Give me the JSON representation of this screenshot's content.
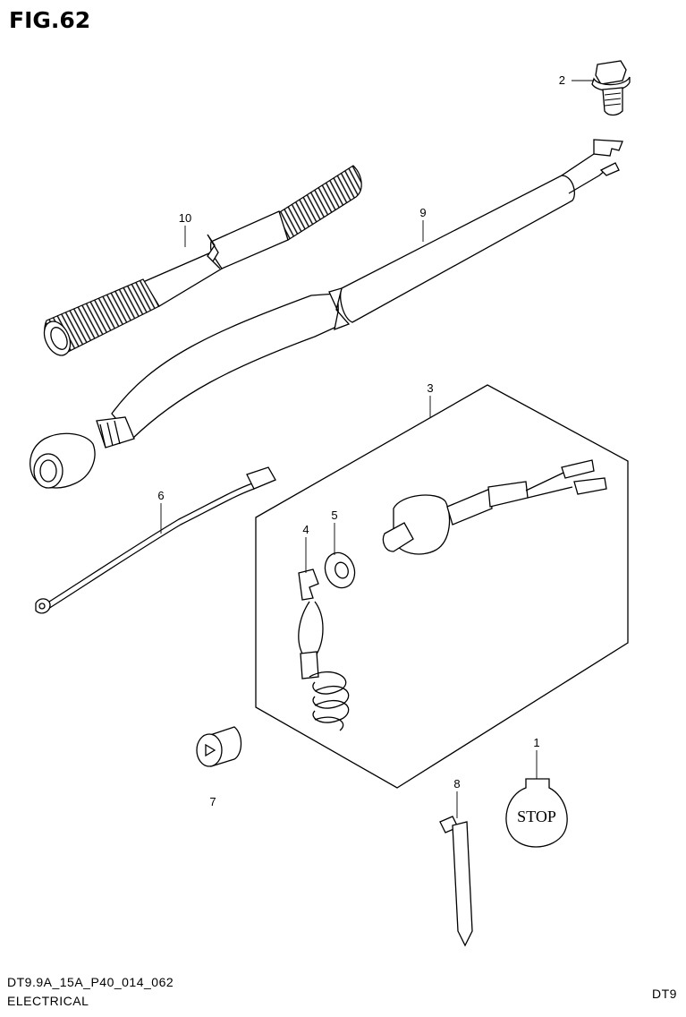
{
  "figure": {
    "title": "FIG.62"
  },
  "footer": {
    "code": "DT9.9A_15A_P40_014_062",
    "section": "ELECTRICAL",
    "model": "DT9"
  },
  "parts": [
    {
      "ref": "1"
    },
    {
      "ref": "2"
    },
    {
      "ref": "3"
    },
    {
      "ref": "4"
    },
    {
      "ref": "5"
    },
    {
      "ref": "6"
    },
    {
      "ref": "7"
    },
    {
      "ref": "8"
    },
    {
      "ref": "9"
    },
    {
      "ref": "10"
    }
  ],
  "stop_plate": {
    "text": "STOP"
  }
}
